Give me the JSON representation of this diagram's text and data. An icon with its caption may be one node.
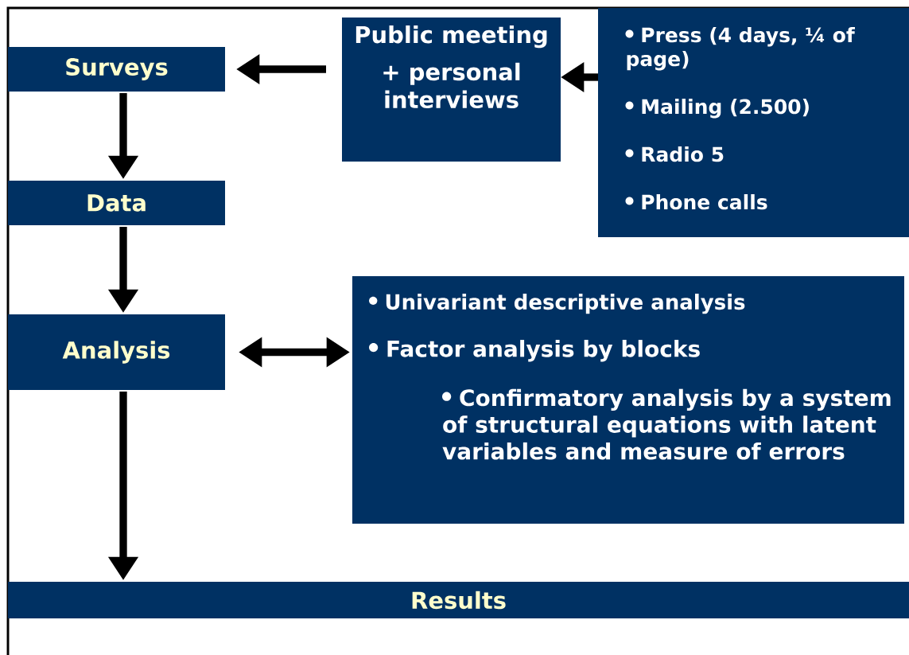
{
  "diagram": {
    "nodes": [
      {
        "text": [
          "Surveys"
        ]
      },
      {
        "text": [
          "Data"
        ]
      },
      {
        "text": [
          "Analysis"
        ]
      },
      {
        "text": [
          "Results"
        ]
      },
      {
        "text": [
          "Public meeting",
          "+ personal interviews"
        ]
      },
      {
        "text": [
          "Press (4 days, ¼ of page)",
          "Mailing (2.500)",
          "Radio 5",
          "Phone calls"
        ]
      },
      {
        "text": [
          "Univariant descriptive analysis",
          "Factor analysis by blocks",
          "Confirmatory analysis by a system of structural equations with latent variables and measure of errors"
        ]
      }
    ],
    "edges": [
      {
        "from": 4,
        "to": 0,
        "arrow": "to"
      },
      {
        "from": 5,
        "to": 4,
        "arrow": "to"
      },
      {
        "from": 0,
        "to": 1,
        "arrow": "to"
      },
      {
        "from": 1,
        "to": 2,
        "arrow": "to"
      },
      {
        "from": 2,
        "to": 6,
        "arrow": "both"
      },
      {
        "from": 2,
        "to": 3,
        "arrow": "to"
      }
    ]
  }
}
